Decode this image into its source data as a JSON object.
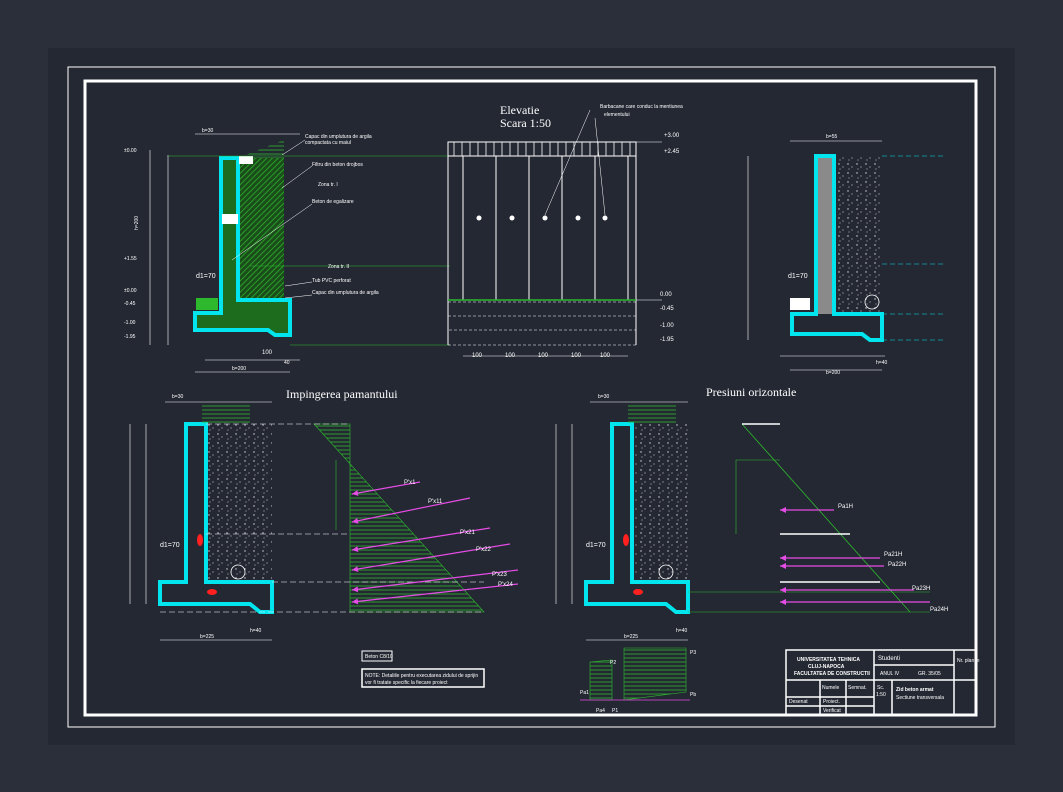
{
  "sheet": {
    "background": "#242833",
    "line_color": "#ffffff",
    "wall_color": "#00e5ee",
    "green": "#2db82d",
    "magenta": "#e64ce6",
    "red": "#ff2020"
  },
  "elevation": {
    "title": "Elevatie",
    "scale": "Scara 1:50",
    "note_line1": "Barbacane care conduc la mentiunea",
    "note_line2": "elementului",
    "levels": [
      "+3.00",
      "+2.45",
      "0.00",
      "-0.45",
      "-1.00",
      "-1.95"
    ],
    "spans": [
      "100",
      "100",
      "100",
      "100",
      "100"
    ]
  },
  "section_left": {
    "labels": [
      "Capac din umplutura de argila",
      "compactata cu maiul",
      "Filtru din beton drojbos",
      "Zona tr. I",
      "Beton de egalizare",
      "Zona tr. II",
      "Tub PVC perforat",
      "Capac din umplutura de argila"
    ],
    "dims": [
      "b=30",
      "h=200",
      "d1=70",
      "100",
      "40",
      "b=200"
    ]
  },
  "section_right": {
    "dims": [
      "b=55",
      "b=200",
      "d1=70",
      "h=40"
    ]
  },
  "earth_pressure": {
    "title": "Impingerea pamantului",
    "forces": [
      "P'x1",
      "P'x11",
      "P'x21",
      "P'x22",
      "P'x23",
      "P'x24"
    ],
    "dims": [
      "b=30",
      "b=225",
      "d1=70",
      "h=40"
    ],
    "note_tag": "Beton C8/10",
    "note_text1": "NOTE: Detaliile pentru executarea zidului de sprijin",
    "note_text2": "vor fi tratate specific la fiecare proiect"
  },
  "horizontal_pressure": {
    "title": "Presiuni orizontale",
    "forces": [
      "Pa1H",
      "Pa21H",
      "Pa22H",
      "Pa23H",
      "Pa24H"
    ],
    "dims": [
      "b=30",
      "b=225",
      "d1=70",
      "h=40"
    ],
    "sketch_labels": [
      "Pa1",
      "P2",
      "Pa4",
      "P3",
      "P1",
      "Pb"
    ]
  },
  "title_block": {
    "university": "UNIVERSITATEA TEHNICA",
    "city": "CLUJ-NAPOCA",
    "faculty": "FACULTATEA DE CONSTRUCTII",
    "student_label": "Studenti",
    "year": "ANUL IV",
    "group": "GR. 35/05",
    "plan_label": "Nr. planse",
    "drawing_title": "Zid beton armat",
    "drawing_subtitle": "Sectiune transversala",
    "scale_label": "Sc.",
    "scale_value": "1:50",
    "row_labels": [
      "Numele",
      "Semnat.",
      "Desenat",
      "Proiect.",
      "Verificat"
    ]
  }
}
